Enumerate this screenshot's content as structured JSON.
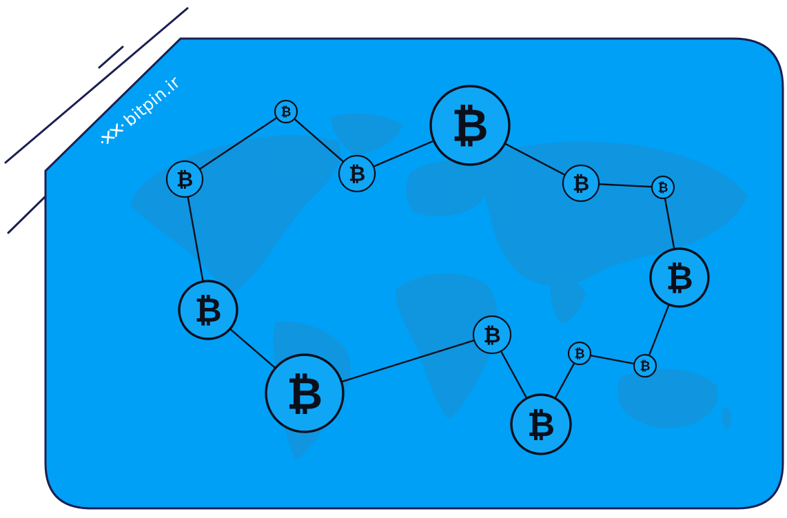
{
  "brand": {
    "name": "bitpin.ir",
    "logo_icon": "bitpin-logo-icon"
  },
  "coin": {
    "glyph": "₿",
    "icon": "bitcoin-icon"
  },
  "colors": {
    "card_fill": "#00a0f6",
    "card_stroke": "#1a1f52",
    "accent_line": "#1a1f52",
    "map_fill": "#1692d8",
    "coin_stroke": "#0b0f1a",
    "coin_fill": "#10a6f6",
    "glyph": "#0b0f1a",
    "brand_text": "#ffffff"
  },
  "network": {
    "nodes": [
      {
        "id": "n1",
        "size": "small"
      },
      {
        "id": "n2",
        "size": "small"
      },
      {
        "id": "n3",
        "size": "medium"
      },
      {
        "id": "n4",
        "size": "large"
      },
      {
        "id": "n5",
        "size": "medium"
      },
      {
        "id": "n6",
        "size": "tiny"
      },
      {
        "id": "n7",
        "size": "large"
      },
      {
        "id": "n8",
        "size": "medium"
      },
      {
        "id": "n9",
        "size": "tiny"
      },
      {
        "id": "n10",
        "size": "tiny"
      },
      {
        "id": "n11",
        "size": "large"
      },
      {
        "id": "n12",
        "size": "medium"
      },
      {
        "id": "n13",
        "size": "large"
      },
      {
        "id": "n14",
        "size": "large"
      }
    ],
    "edges": [
      [
        "n1",
        "n2"
      ],
      [
        "n2",
        "n3"
      ],
      [
        "n3",
        "n4"
      ],
      [
        "n4",
        "n5"
      ],
      [
        "n5",
        "n6"
      ],
      [
        "n6",
        "n7"
      ],
      [
        "n7",
        "n9"
      ],
      [
        "n9",
        "n10"
      ],
      [
        "n10",
        "n11"
      ],
      [
        "n11",
        "n12"
      ],
      [
        "n12",
        "n13"
      ],
      [
        "n13",
        "n14"
      ],
      [
        "n14",
        "n1"
      ]
    ]
  }
}
